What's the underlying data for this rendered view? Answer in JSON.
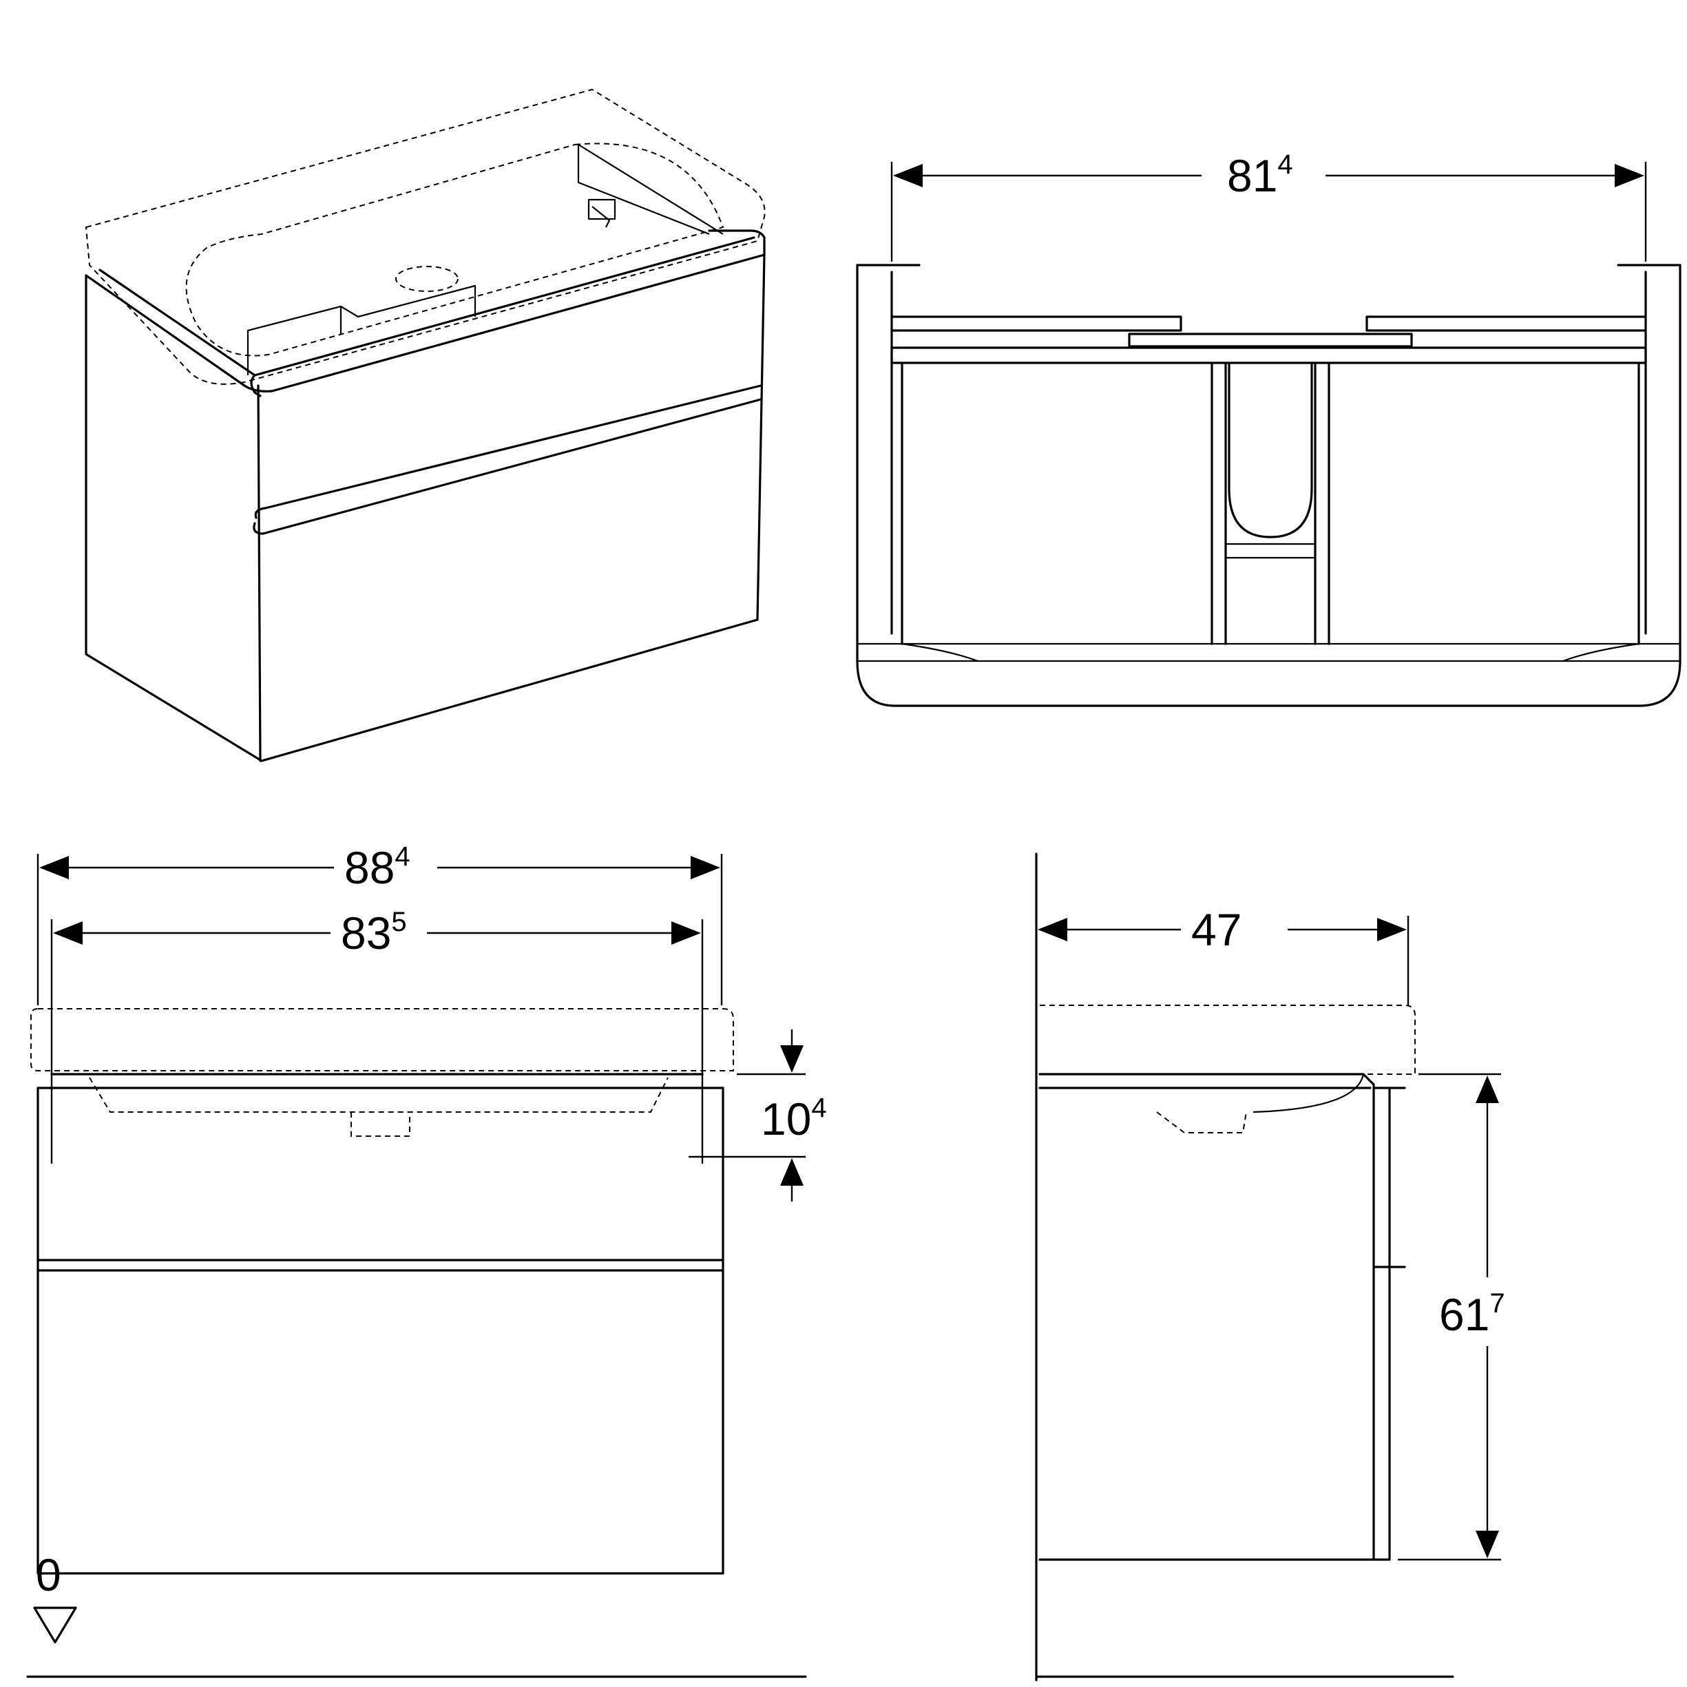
{
  "views": {
    "isometric": {
      "name": "isometric-view"
    },
    "top": {
      "name": "top-view"
    },
    "front": {
      "name": "front-view"
    },
    "side": {
      "name": "side-view"
    }
  },
  "dimensions": {
    "top_width": {
      "main": "81",
      "sup": "4"
    },
    "outer_width": {
      "main": "88",
      "sup": "4"
    },
    "inner_width": {
      "main": "83",
      "sup": "5"
    },
    "basin_depth": {
      "main": "10",
      "sup": "4"
    },
    "depth": {
      "main": "47",
      "sup": ""
    },
    "height": {
      "main": "61",
      "sup": "7"
    },
    "floor_level": {
      "main": "0",
      "sup": ""
    }
  },
  "colors": {
    "line": "#000000",
    "background": "#ffffff"
  }
}
